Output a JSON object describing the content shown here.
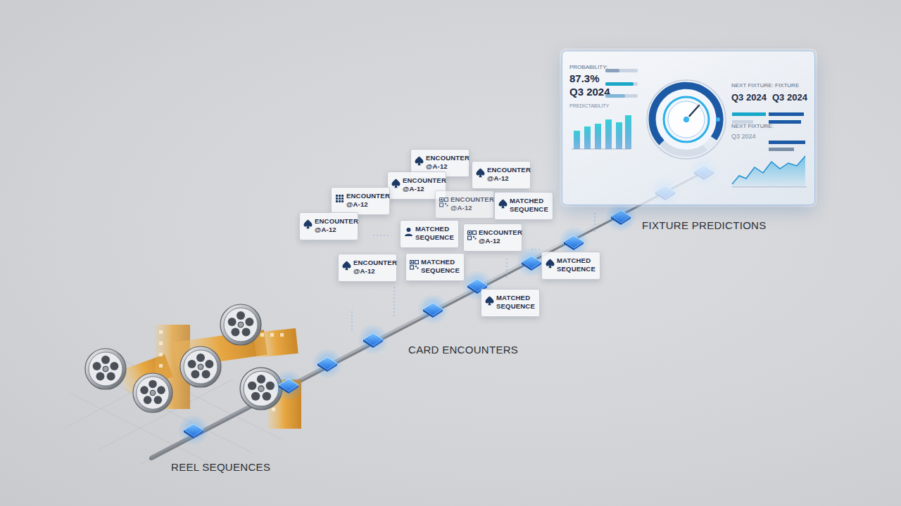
{
  "diagram": {
    "nodes": [
      {
        "text": [
          "ENCOUNTER @A-12"
        ]
      },
      {
        "text": [
          "ENCOUNTER @A-12"
        ]
      },
      {
        "text": [
          "ENCOUNTER @A-12"
        ]
      },
      {
        "text": [
          "ENCOUNTER @A-12"
        ]
      },
      {
        "text": [
          "ENCOUNTER @A-12"
        ]
      },
      {
        "text": [
          "MATCHED SEQUENCE"
        ]
      },
      {
        "text": [
          "ENCOUNTER @A-12"
        ]
      },
      {
        "text": [
          "MATCHED SEQUENCE"
        ]
      },
      {
        "text": [
          "ENCOUNTER @A-12"
        ]
      },
      {
        "text": [
          "ENCOUNTER @A-12"
        ]
      },
      {
        "text": [
          "MATCHED SEQUENCE"
        ]
      },
      {
        "text": [
          "MATCHED SEQUENCE"
        ]
      },
      {
        "text": [
          "MATCHED SEQUENCE"
        ]
      },
      {
        "text": [
          "PROBABILITY:",
          "87.3%",
          "Q3 2024",
          "PREDICTABILITY",
          "NEXT FIXTURE:",
          "Q3 2024",
          "FIXTURE",
          "Q3 2024",
          "NEXT FIXTURE:",
          "Q3 2024"
        ]
      }
    ],
    "labels": [
      "REEL SEQUENCES",
      "CARD ENCOUNTERS",
      "FIXTURE PREDICTIONS"
    ]
  }
}
